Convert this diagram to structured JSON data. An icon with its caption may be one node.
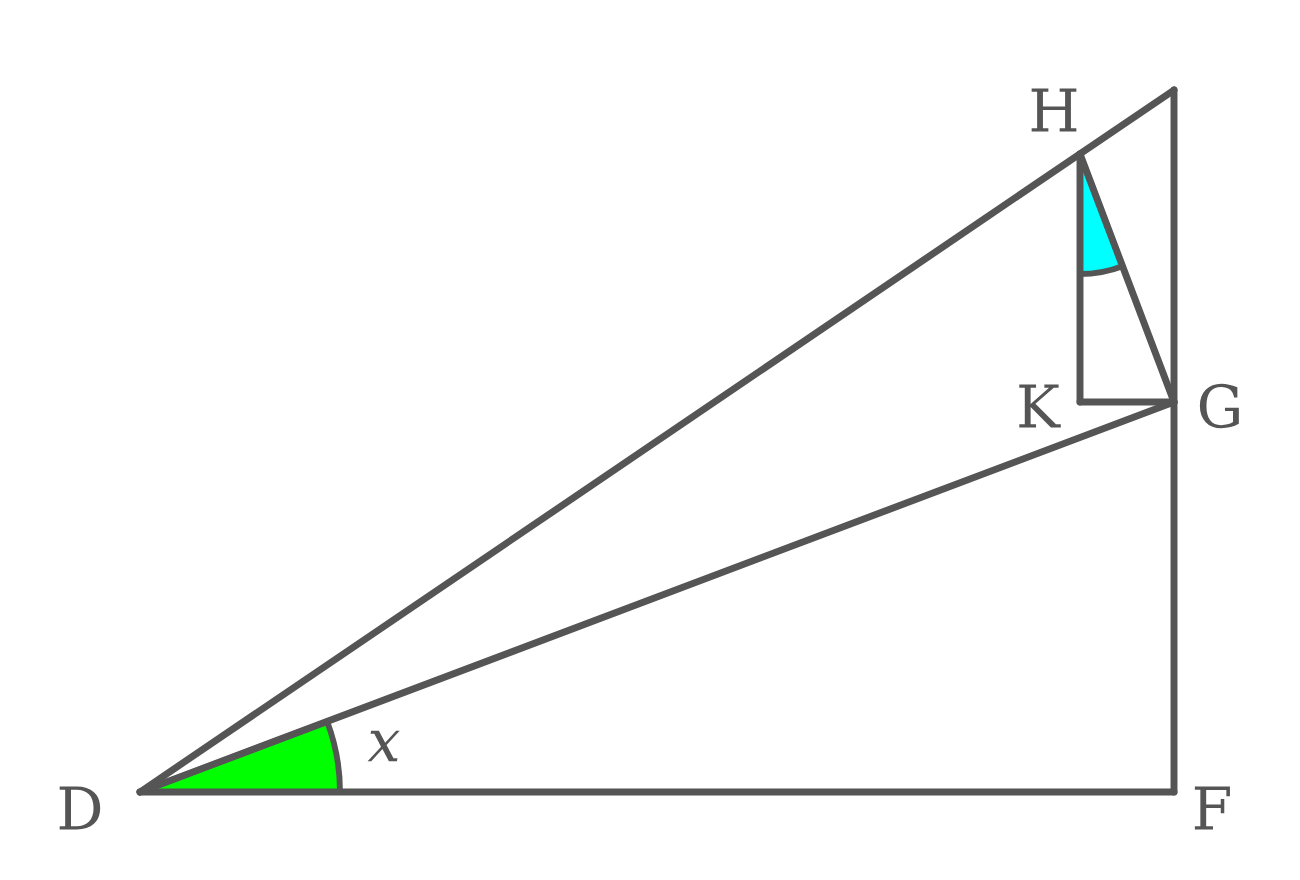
{
  "diagram": {
    "labels": [
      "H",
      "K",
      "G",
      "x",
      "D",
      "F"
    ]
  }
}
